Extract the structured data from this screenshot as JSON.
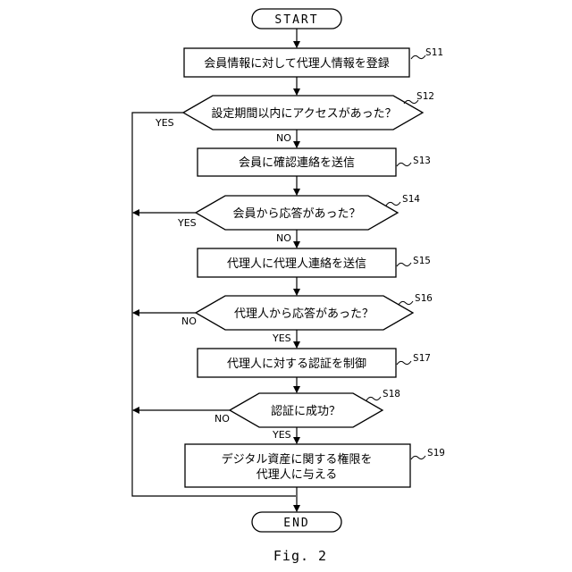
{
  "terminals": {
    "start": "START",
    "end": "END"
  },
  "steps": {
    "s11": {
      "id": "S11",
      "text": "会員情報に対して代理人情報を登録"
    },
    "s12": {
      "id": "S12",
      "text": "設定期間以内にアクセスがあった？"
    },
    "s13": {
      "id": "S13",
      "text": "会員に確認連絡を送信"
    },
    "s14": {
      "id": "S14",
      "text": "会員から応答があった？"
    },
    "s15": {
      "id": "S15",
      "text": "代理人に代理人連絡を送信"
    },
    "s16": {
      "id": "S16",
      "text": "代理人から応答があった？"
    },
    "s17": {
      "id": "S17",
      "text": "代理人に対する認証を制御"
    },
    "s18": {
      "id": "S18",
      "text": "認証に成功？"
    },
    "s19": {
      "id": "S19",
      "line1": "デジタル資産に関する権限を",
      "line2": "代理人に与える"
    }
  },
  "branches": {
    "s12_side": "YES",
    "s12_down": "NO",
    "s14_side": "YES",
    "s14_down": "NO",
    "s16_side": "NO",
    "s16_down": "YES",
    "s18_side": "NO",
    "s18_down": "YES"
  },
  "caption": "Fig. 2"
}
